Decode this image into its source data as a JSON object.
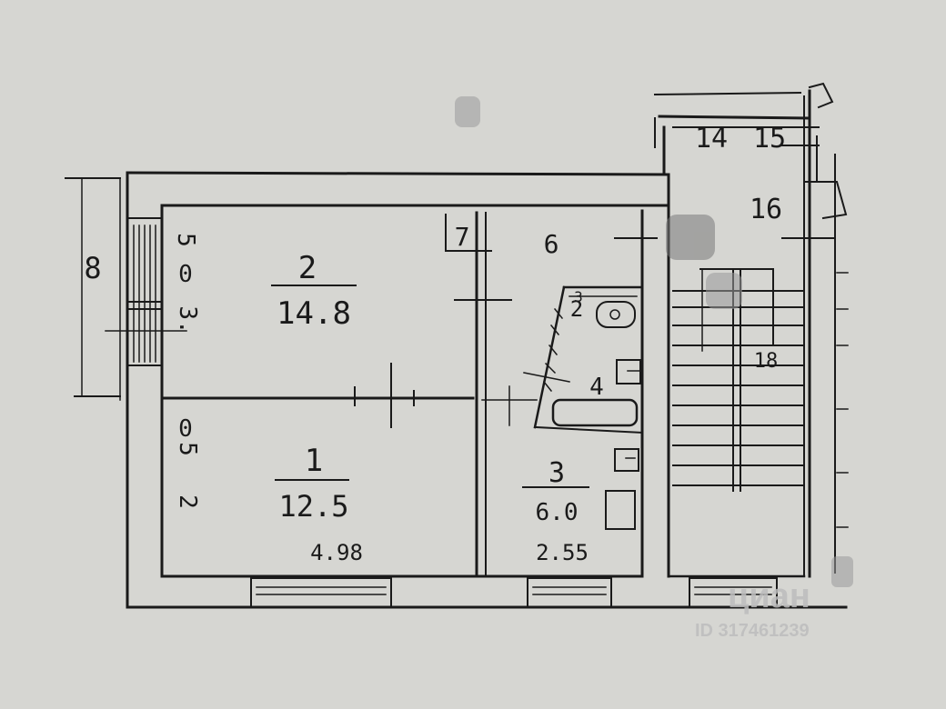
{
  "rooms": [
    {
      "id": "room-2",
      "number": "2",
      "area": "14.8"
    },
    {
      "id": "room-1",
      "number": "1",
      "area": "12.5"
    },
    {
      "id": "room-3",
      "number": "3",
      "area": "6.0"
    },
    {
      "id": "room-4",
      "number": "4"
    }
  ],
  "dimensions": {
    "left_height_1": "5",
    "left_height_2": "0",
    "left_height_3": "3.",
    "left_height_4": "0",
    "left_height_5": "5",
    "left_height_6": "2",
    "room1_width": "4.98",
    "room3_width": "2.55",
    "outer_side": "8"
  },
  "labels": {
    "l7": "7",
    "l6": "6",
    "l14": "14",
    "l15": "15",
    "l16": "16",
    "l18": "18",
    "bath_2": "2",
    "bath_3": "3"
  },
  "watermark": {
    "brand": "циан",
    "id_text": "ID 317461239"
  },
  "colors": {
    "paper": "#d6d6d3",
    "ink": "#1a1a1a"
  }
}
